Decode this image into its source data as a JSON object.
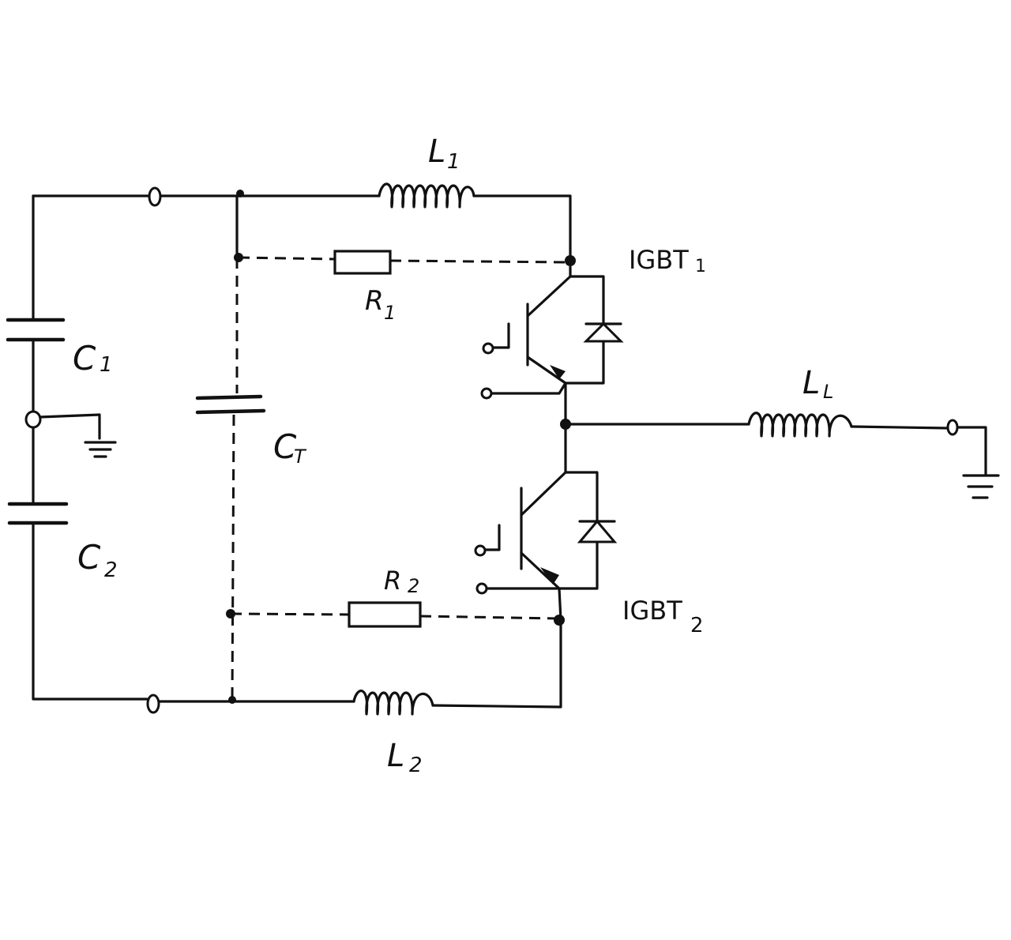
{
  "labels": {
    "L1": {
      "main": "L",
      "sub": "1"
    },
    "L2": {
      "main": "L",
      "sub": "2"
    },
    "LL": {
      "main": "L",
      "sub": "L"
    },
    "R1": {
      "main": "R",
      "sub": "1"
    },
    "R2": {
      "main": "R",
      "sub": "2"
    },
    "C1": {
      "main": "C",
      "sub": "1"
    },
    "C2": {
      "main": "C",
      "sub": "2"
    },
    "CT": {
      "main": "C",
      "sub": "T"
    },
    "IGBT1": {
      "main": "IGBT",
      "sub": "1"
    },
    "IGBT2": {
      "main": "IGBT",
      "sub": "2"
    }
  },
  "colors": {
    "ink": "#111111",
    "paper": "#ffffff"
  },
  "icons": [
    "capacitor-icon",
    "inductor-icon",
    "resistor-icon",
    "igbt-icon",
    "diode-icon",
    "ground-icon",
    "terminal-icon"
  ]
}
